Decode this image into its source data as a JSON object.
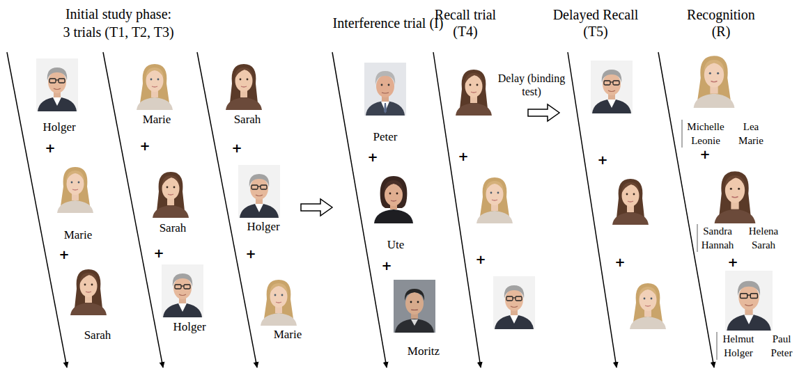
{
  "diagram": {
    "labels": [
      "Initial study phase:",
      "3 trials (T1, T2, T3)",
      "Interference trial (I)",
      "Recall trial (T4)",
      "Delayed Recall (T5)",
      "Recognition (R)",
      "Holger",
      "+",
      "Marie",
      "+",
      "Sarah",
      "Marie",
      "+",
      "Sarah",
      "+",
      "Holger",
      "Sarah",
      "+",
      "Holger",
      "+",
      "Marie",
      "Peter",
      "+",
      "Ute",
      "+",
      "Moritz",
      "+",
      "+",
      "Delay (binding test)",
      "+",
      "+",
      "Michelle",
      "Lea",
      "Leonie",
      "Marie",
      "+",
      "Sandra",
      "Helena",
      "Hannah",
      "Sarah",
      "+",
      "Helmut",
      "Paul",
      "Holger",
      "Peter"
    ]
  }
}
